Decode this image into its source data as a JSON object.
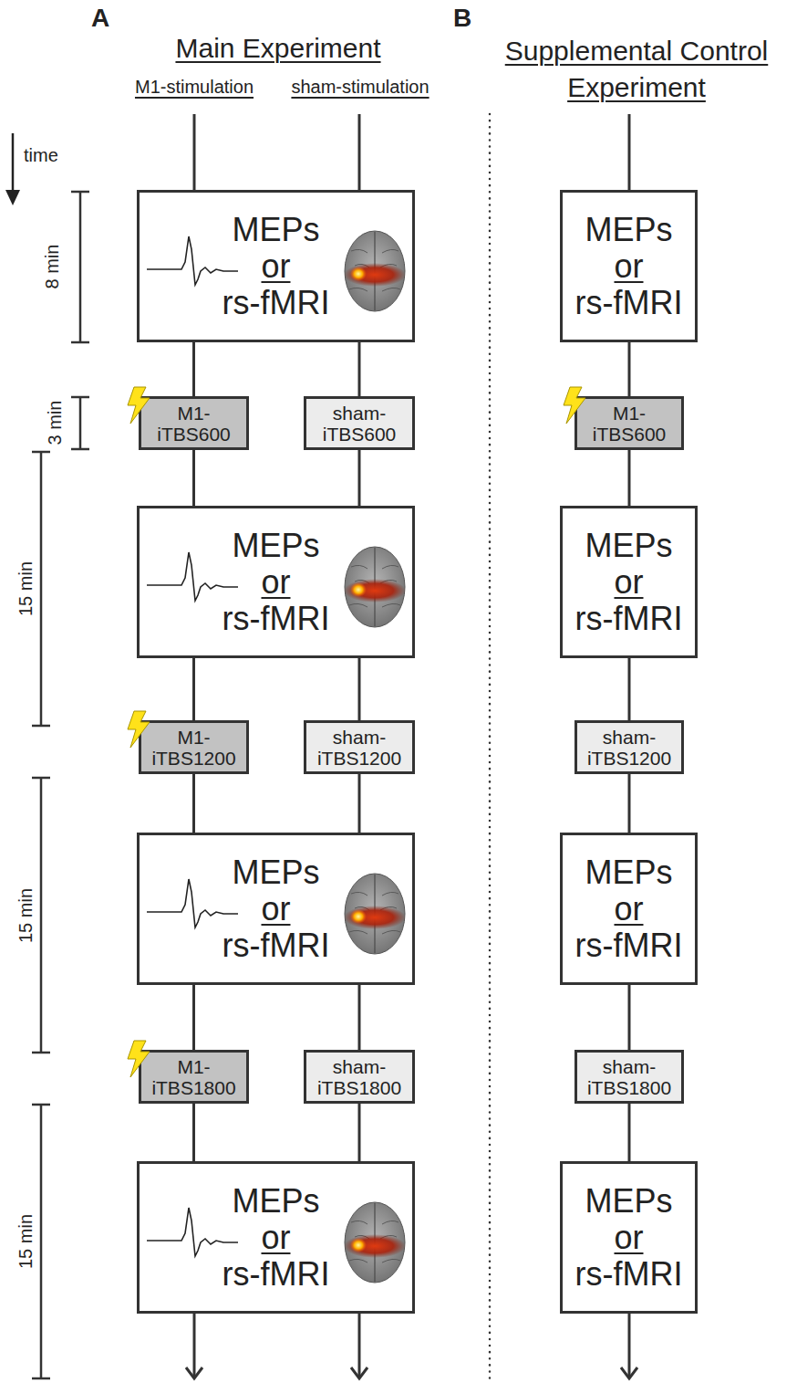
{
  "diagram": {
    "nodes": [
      {
        "text": [
          "MEPs",
          "or",
          "rs-fMRI"
        ]
      },
      {
        "text": [
          "MEPs",
          "or",
          "rs-fMRI"
        ]
      },
      {
        "text": [
          "M1- iTBS600"
        ]
      },
      {
        "text": [
          "sham- iTBS600"
        ]
      },
      {
        "text": [
          "M1- iTBS600"
        ]
      },
      {
        "text": [
          "MEPs",
          "or",
          "rs-fMRI"
        ]
      },
      {
        "text": [
          "MEPs",
          "or",
          "rs-fMRI"
        ]
      },
      {
        "text": [
          "M1- iTBS1200"
        ]
      },
      {
        "text": [
          "sham- iTBS1200"
        ]
      },
      {
        "text": [
          "sham- iTBS1200"
        ]
      },
      {
        "text": [
          "MEPs",
          "or",
          "rs-fMRI"
        ]
      },
      {
        "text": [
          "MEPs",
          "or",
          "rs-fMRI"
        ]
      },
      {
        "text": [
          "M1- iTBS1800"
        ]
      },
      {
        "text": [
          "sham- iTBS1800"
        ]
      },
      {
        "text": [
          "sham- iTBS1800"
        ]
      },
      {
        "text": [
          "MEPs",
          "or",
          "rs-fMRI"
        ]
      },
      {
        "text": [
          "MEPs",
          "or",
          "rs-fMRI"
        ]
      }
    ],
    "edges": [
      {
        "from": 0,
        "to": 2,
        "arrow": "none"
      },
      {
        "from": 0,
        "to": 3,
        "arrow": "none"
      },
      {
        "from": 1,
        "to": 4,
        "arrow": "none"
      },
      {
        "from": 2,
        "to": 5,
        "arrow": "none"
      },
      {
        "from": 3,
        "to": 5,
        "arrow": "none"
      },
      {
        "from": 4,
        "to": 6,
        "arrow": "none"
      },
      {
        "from": 5,
        "to": 7,
        "arrow": "none"
      },
      {
        "from": 5,
        "to": 8,
        "arrow": "none"
      },
      {
        "from": 6,
        "to": 9,
        "arrow": "none"
      },
      {
        "from": 7,
        "to": 10,
        "arrow": "none"
      },
      {
        "from": 8,
        "to": 10,
        "arrow": "none"
      },
      {
        "from": 9,
        "to": 11,
        "arrow": "none"
      },
      {
        "from": 10,
        "to": 12,
        "arrow": "none"
      },
      {
        "from": 10,
        "to": 13,
        "arrow": "none"
      },
      {
        "from": 11,
        "to": 14,
        "arrow": "none"
      },
      {
        "from": 12,
        "to": 15,
        "arrow": "none"
      },
      {
        "from": 13,
        "to": 15,
        "arrow": "none"
      },
      {
        "from": 14,
        "to": 16,
        "arrow": "none"
      }
    ],
    "labels": [
      "A",
      "B",
      "Main Experiment",
      "M1-stimulation",
      "sham-stimulation",
      "Supplemental Control Experiment",
      "time",
      "8 min",
      "3 min",
      "15 min",
      "15 min",
      "15 min"
    ]
  }
}
